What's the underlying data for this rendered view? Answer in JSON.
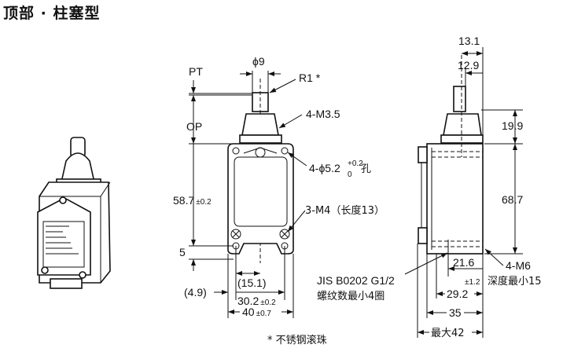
{
  "title": "顶部 · 柱塞型",
  "photo_label": "product-photo",
  "front_view": {
    "pt": "PT",
    "op": "OP",
    "phi9": "ϕ9",
    "r1": "R1 *",
    "m35": "4-M3.5",
    "hole": "4-ϕ5.2",
    "hole_tol_upper": "+0.2",
    "hole_tol_lower": "0",
    "hole_suffix": "孔",
    "height": "58.7",
    "height_tol": "±0.2",
    "m4": "3-M4（长度13）",
    "five": "5",
    "d151": "(15.1)",
    "d49": "(4.9)",
    "d302": "30.2",
    "d302_tol": "±0.2",
    "d40": "40",
    "d40_tol": "±0.7"
  },
  "side_view": {
    "d131": "13.1",
    "d129": "12.9",
    "d199": "19.9",
    "d687": "68.7",
    "d216": "21.6",
    "d292_tol": "±1.2",
    "d292": "29.2",
    "d35": "35",
    "dmax42": "最大42",
    "m6": "4-M6",
    "m6_depth": "深度最小15",
    "jis": "JIS B0202 G1/2",
    "jis_note": "螺纹数最小4圈"
  },
  "footnote": "* 不锈钢滚珠"
}
